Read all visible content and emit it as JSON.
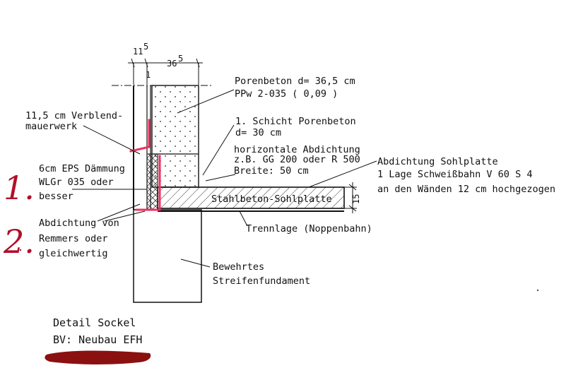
{
  "colors": {
    "marker": "#ee3060",
    "handwriting": "#b0102a",
    "redaction": "#8b1010",
    "ink": "#111111"
  },
  "dimensions": {
    "veneer": "11",
    "veneer_sup": "5",
    "main": "36",
    "main_sup": "5",
    "gap": "1",
    "slab": "15"
  },
  "labels": {
    "porenbeton_1": "Porenbeton d= 36,5 cm",
    "porenbeton_2": "PPw 2-035 ( 0,09 )",
    "verblend_1": "11,5 cm Verblend-",
    "verblend_2": "mauerwerk",
    "schicht_1": "1. Schicht Porenbeton",
    "schicht_2": "d= 30 cm",
    "hor_1": "horizontale Abdichtung",
    "hor_2": "z.B. GG 200 oder R 500",
    "hor_3": "Breite: 50 cm",
    "sohl_1": "Abdichtung Sohlplatte",
    "sohl_2": "1 Lage Schweißbahn V 60 S 4",
    "sohl_3": "an den Wänden 12 cm hochgezogen",
    "eps_1": "6cm EPS Dämmung",
    "eps_2": "WLGr 035 oder",
    "eps_3": "besser",
    "abd_1": "Abdichtung von",
    "abd_2": "Remmers oder",
    "abd_3": "gleichwertig",
    "slab": "Stahlbeton-Sohlplatte",
    "trenn": "Trennlage (Noppenbahn)",
    "fund_1": "Bewehrtes",
    "fund_2": "Streifenfundament"
  },
  "handwritten": {
    "one": "1.",
    "two": "2."
  },
  "title": {
    "line1": "Detail Sockel",
    "line2": "BV: Neubau EFH"
  }
}
